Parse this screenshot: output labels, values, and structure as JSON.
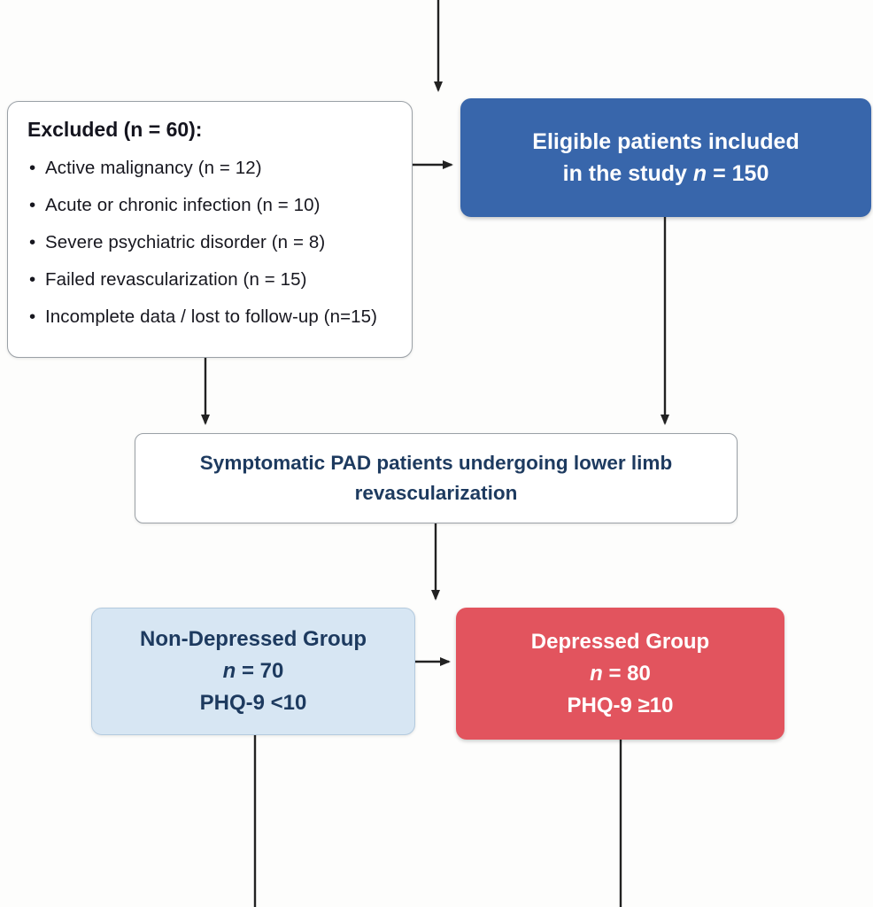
{
  "colors": {
    "eligible_blue": "#3866ab",
    "depressed_red": "#e2545e",
    "nondepressed_lightblue": "#d7e6f3",
    "arrow": "#222222",
    "navy_text": "#1d3a5f"
  },
  "excluded": {
    "title": "Excluded (n = 60):",
    "items": [
      "Active malignancy (n = 12)",
      "Acute or chronic infection (n = 10)",
      "Severe psychiatric disorder (n = 8)",
      "Failed revascularization (n = 15)",
      "Incomplete data / lost to follow-up (n=15)"
    ]
  },
  "eligible": {
    "line1": "Eligible patients included",
    "line2_pre": "in the study ",
    "line2_n": "n",
    "line2_post": " = 150"
  },
  "population": {
    "text": "Symptomatic PAD patients undergoing lower limb revascularization"
  },
  "non_depressed": {
    "title": "Non-Depressed Group",
    "n_pre": "n",
    "n_post": " = 70",
    "phq": "PHQ-9 <10"
  },
  "depressed": {
    "title": "Depressed Group",
    "n_pre": "n",
    "n_post": " = 80",
    "phq": "PHQ-9 ≥10"
  }
}
